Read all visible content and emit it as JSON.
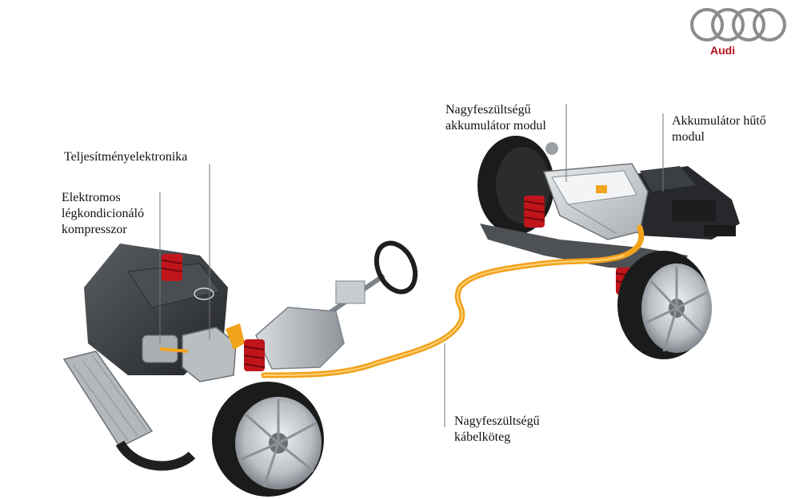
{
  "brand": {
    "name": "Audi",
    "ring_color": "#8c8c8c",
    "text_color": "#b5121b"
  },
  "callouts": {
    "power_electronics": "Teljesítményelektronika",
    "ac_compressor": [
      "Elektromos",
      "légkondicionáló",
      "kompresszor"
    ],
    "battery_module": [
      "Nagyfeszültségű",
      "akkumulátor modul"
    ],
    "battery_cooling": [
      "Akkumulátor hűtő",
      "modul"
    ],
    "cable_harness": [
      "Nagyfeszültségű",
      "kábelköteg"
    ]
  },
  "colors": {
    "hv_cable": "#f2a21b",
    "spring": "#c0151b",
    "tire": "#1b1b1b",
    "rim": "#c8ccd0",
    "metal": "#9aa0a6",
    "engine": "#3a3d42"
  }
}
